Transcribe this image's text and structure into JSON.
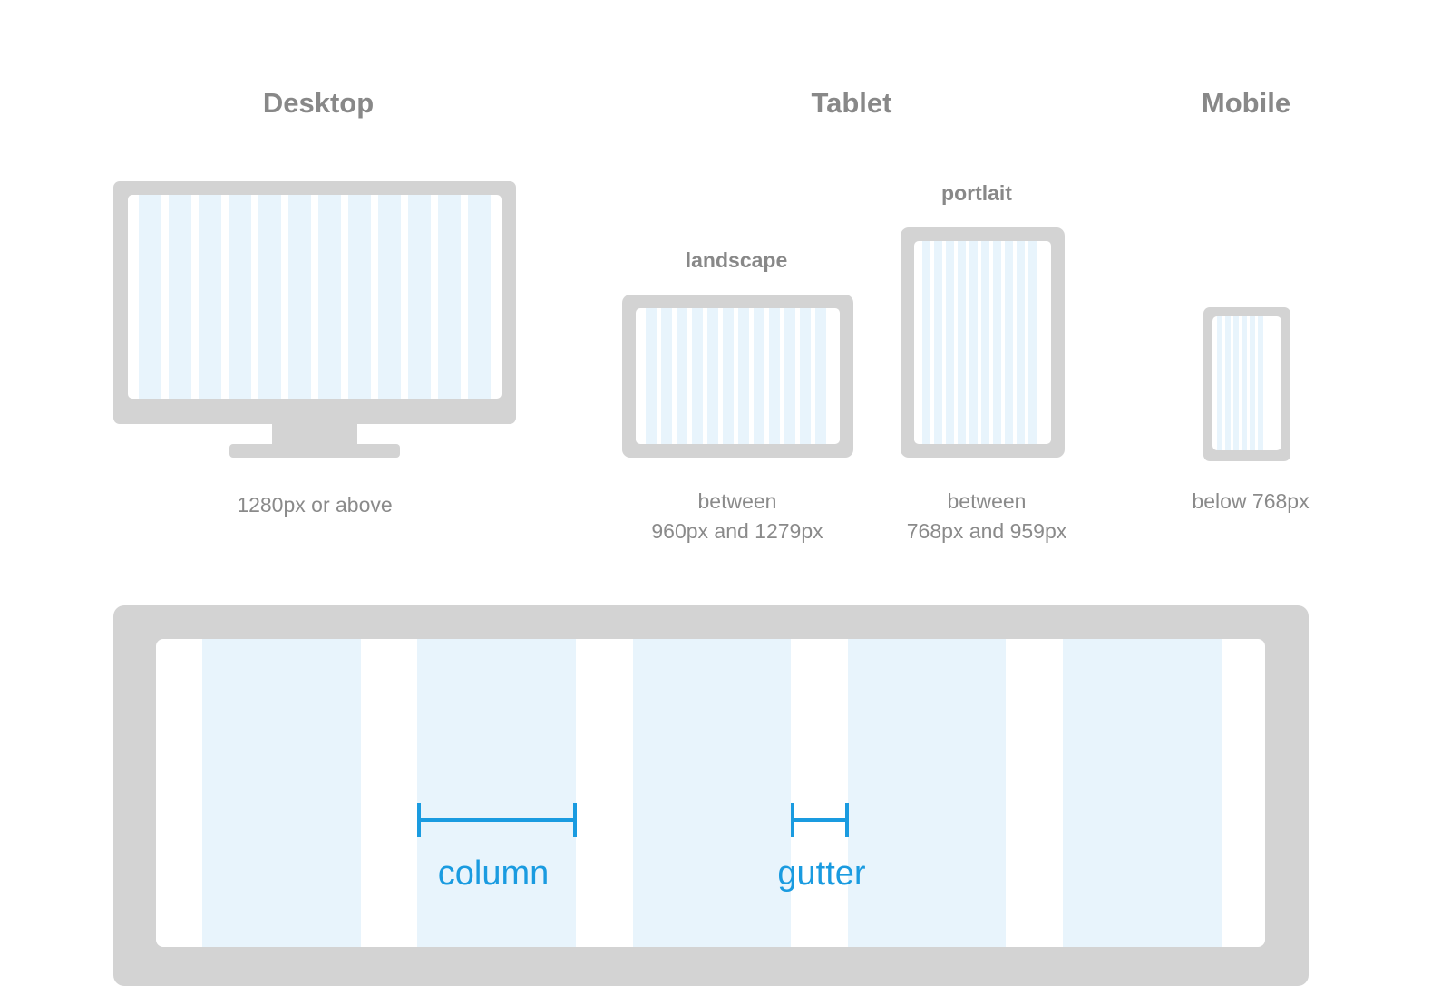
{
  "headings": {
    "desktop": "Desktop",
    "tablet": "Tablet",
    "mobile": "Mobile"
  },
  "orientations": {
    "landscape": "landscape",
    "portrait": "portlait"
  },
  "captions": {
    "desktop": "1280px or above",
    "landscape_line1": "between",
    "landscape_line2": "960px and 1279px",
    "portrait_line1": "between",
    "portrait_line2": "768px and 959px",
    "mobile": "below 768px"
  },
  "grid_labels": {
    "column": "column",
    "gutter": "gutter"
  },
  "colors": {
    "device": "#d3d3d3",
    "column_fill": "#e8f4fc",
    "accent": "#1a9be0",
    "text": "#888888"
  }
}
